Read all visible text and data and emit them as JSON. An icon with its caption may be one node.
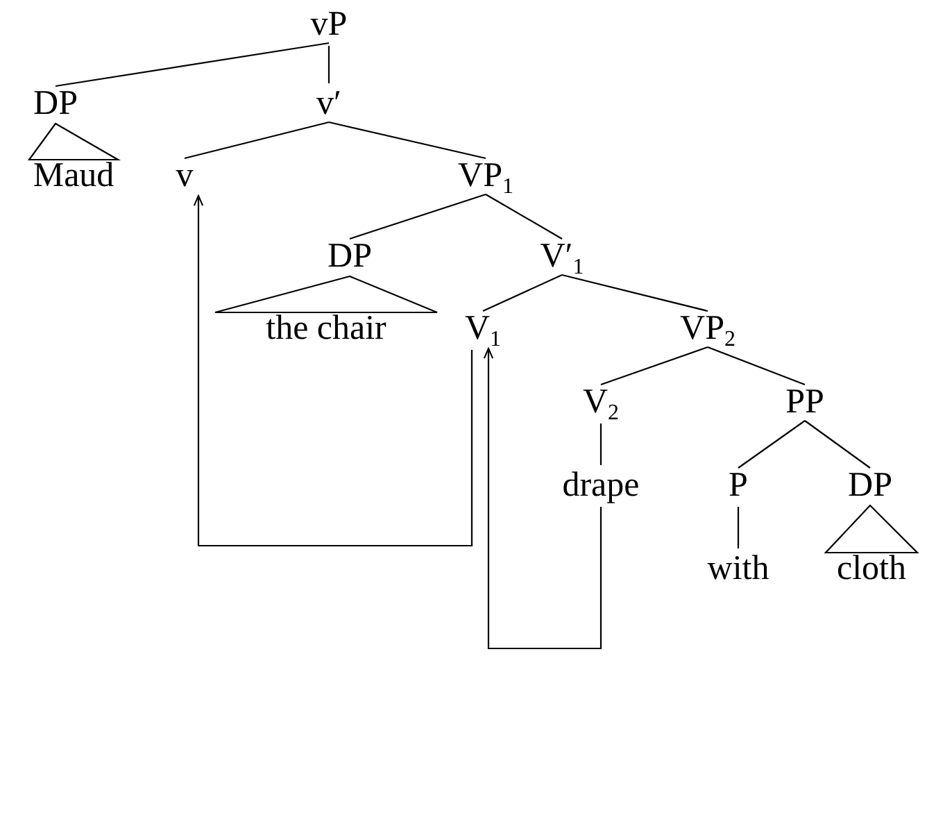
{
  "diagram": {
    "nodes": [
      {
        "text": [
          "vP"
        ]
      },
      {
        "text": [
          "DP"
        ]
      },
      {
        "text": [
          "v′"
        ]
      },
      {
        "text": [
          "Maud"
        ]
      },
      {
        "text": [
          "v"
        ]
      },
      {
        "text": [
          "VP$_{1}$"
        ]
      },
      {
        "text": [
          "DP"
        ]
      },
      {
        "text": [
          "V′$_{1}$"
        ]
      },
      {
        "text": [
          "the chair"
        ]
      },
      {
        "text": [
          "V$_{1}$"
        ]
      },
      {
        "text": [
          "VP$_{2}$"
        ]
      },
      {
        "text": [
          "V$_{2}$"
        ]
      },
      {
        "text": [
          "PP"
        ]
      },
      {
        "text": [
          "drape"
        ]
      },
      {
        "text": [
          "P"
        ]
      },
      {
        "text": [
          "DP"
        ]
      },
      {
        "text": [
          "with"
        ]
      },
      {
        "text": [
          "cloth"
        ]
      }
    ],
    "edges": [
      {
        "from": 0,
        "to": 1,
        "arrow": "none"
      },
      {
        "from": 0,
        "to": 2,
        "arrow": "none"
      },
      {
        "from": 1,
        "to": 3,
        "arrow": "none"
      },
      {
        "from": 2,
        "to": 4,
        "arrow": "none"
      },
      {
        "from": 2,
        "to": 5,
        "arrow": "none"
      },
      {
        "from": 5,
        "to": 6,
        "arrow": "none"
      },
      {
        "from": 5,
        "to": 7,
        "arrow": "none"
      },
      {
        "from": 6,
        "to": 8,
        "arrow": "none"
      },
      {
        "from": 7,
        "to": 9,
        "arrow": "none"
      },
      {
        "from": 7,
        "to": 10,
        "arrow": "none"
      },
      {
        "from": 10,
        "to": 11,
        "arrow": "none"
      },
      {
        "from": 10,
        "to": 12,
        "arrow": "none"
      },
      {
        "from": 11,
        "to": 13,
        "arrow": "none"
      },
      {
        "from": 12,
        "to": 14,
        "arrow": "none"
      },
      {
        "from": 12,
        "to": 15,
        "arrow": "none"
      },
      {
        "from": 14,
        "to": 16,
        "arrow": "none"
      },
      {
        "from": 15,
        "to": 17,
        "arrow": "none"
      },
      {
        "from": 9,
        "to": 4,
        "arrow": "to"
      },
      {
        "from": 13,
        "to": 9,
        "arrow": "to"
      }
    ]
  }
}
